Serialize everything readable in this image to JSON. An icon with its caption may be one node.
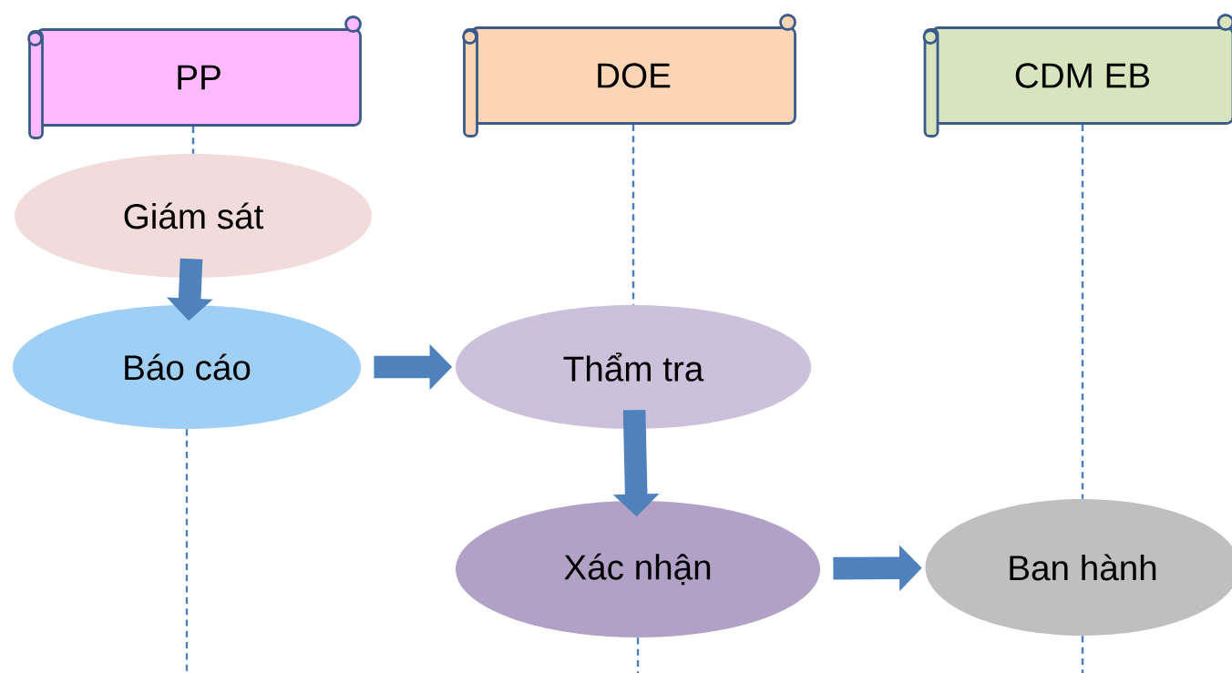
{
  "diagram": {
    "nodes": [
      {
        "text": [
          "PP"
        ]
      },
      {
        "text": [
          "DOE"
        ]
      },
      {
        "text": [
          "CDM EB"
        ]
      },
      {
        "text": [
          "Giám sát"
        ]
      },
      {
        "text": [
          "Báo cáo"
        ]
      },
      {
        "text": [
          "Thẩm tra"
        ]
      },
      {
        "text": [
          "Xác nhận"
        ]
      },
      {
        "text": [
          "Ban hành"
        ]
      }
    ],
    "edges": [
      {
        "from": 0,
        "to": 3,
        "arrow": "none",
        "style": "dashed"
      },
      {
        "from": 1,
        "to": 5,
        "arrow": "none",
        "style": "dashed"
      },
      {
        "from": 2,
        "to": 7,
        "arrow": "none",
        "style": "dashed"
      },
      {
        "from": 4,
        "to": null,
        "arrow": "none",
        "style": "dashed"
      },
      {
        "from": 6,
        "to": null,
        "arrow": "none",
        "style": "dashed"
      },
      {
        "from": 7,
        "to": null,
        "arrow": "none",
        "style": "dashed"
      },
      {
        "from": 3,
        "to": 4,
        "arrow": "to",
        "style": "thick"
      },
      {
        "from": 4,
        "to": 5,
        "arrow": "to",
        "style": "thick"
      },
      {
        "from": 5,
        "to": 6,
        "arrow": "to",
        "style": "thick"
      },
      {
        "from": 6,
        "to": 7,
        "arrow": "to",
        "style": "thick"
      }
    ]
  }
}
